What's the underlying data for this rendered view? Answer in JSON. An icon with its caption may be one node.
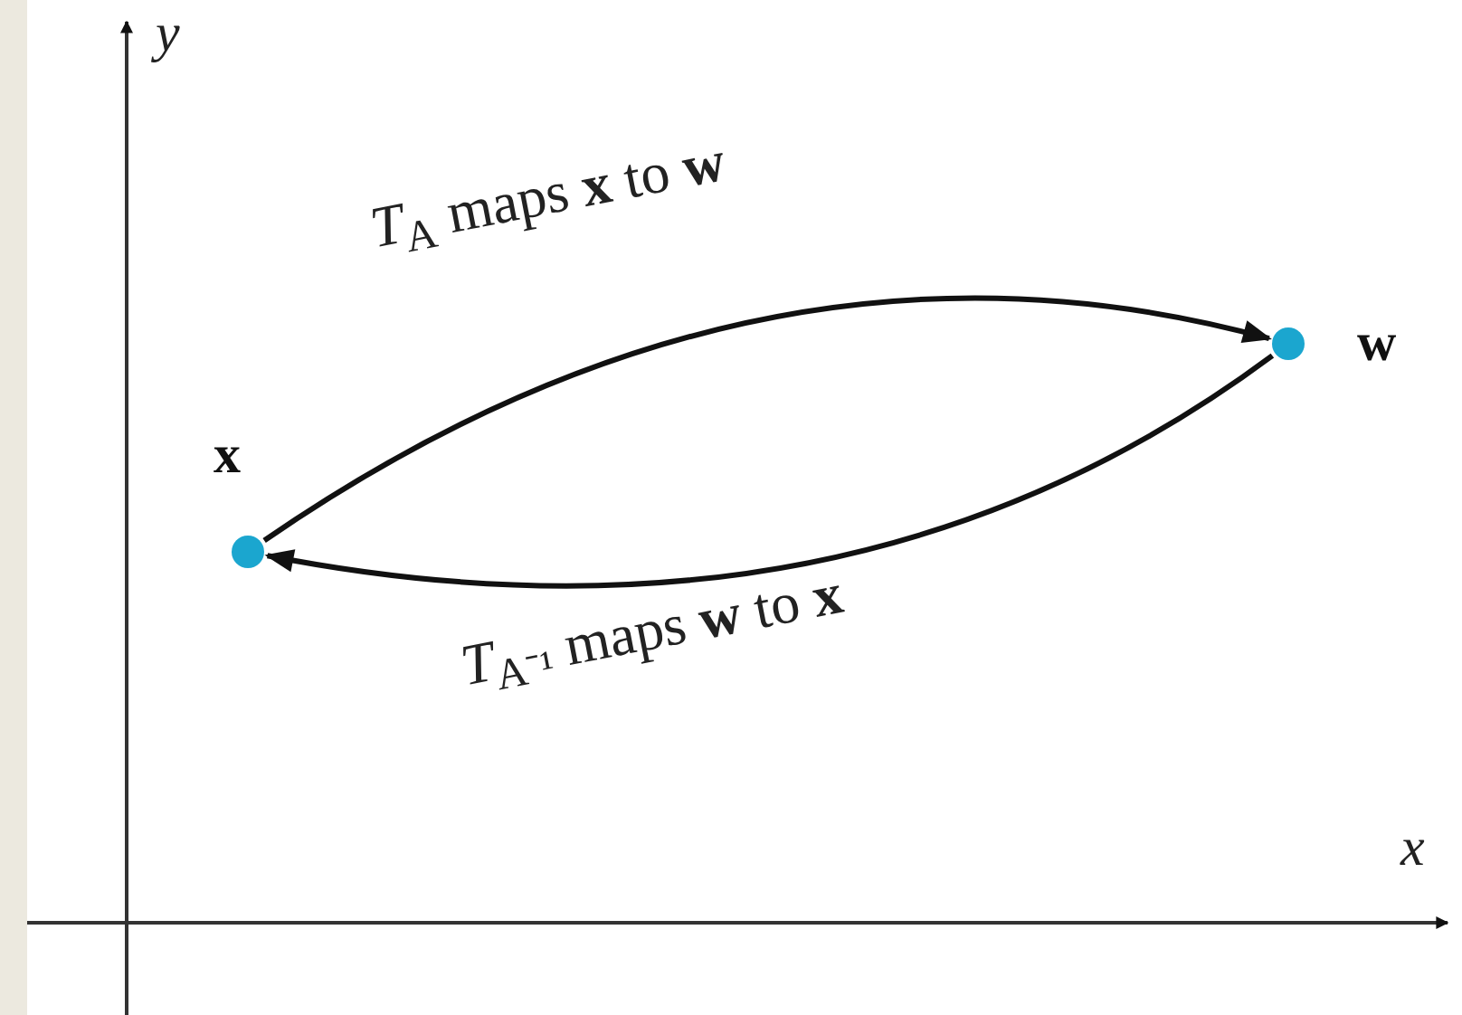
{
  "diagram": {
    "nodes": [
      {
        "text": [],
        "shape": "circle",
        "beside": [
          "x"
        ]
      },
      {
        "text": [],
        "shape": "circle",
        "beside": [
          "w"
        ]
      }
    ],
    "edges": [
      {
        "from": 0,
        "to": 1,
        "arrow": "to",
        "label": "*T*$_{A}$ maps **x** to **w**"
      },
      {
        "from": 1,
        "to": 0,
        "arrow": "to",
        "label": "*T*$_{A⁻¹}$ maps **w** to **x**"
      }
    ],
    "labels": [
      "y",
      "x"
    ]
  }
}
